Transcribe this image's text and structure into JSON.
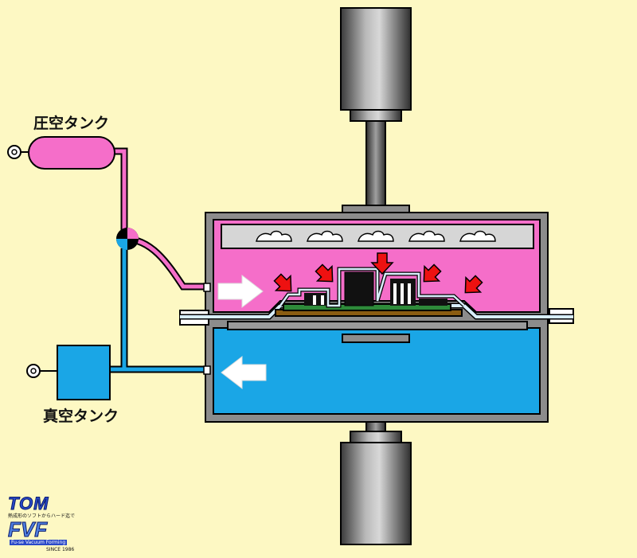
{
  "labels": {
    "pressure_tank": "圧空タンク",
    "vacuum_tank": "真空タンク"
  },
  "logo": {
    "brand_top": "TOM",
    "brand_bottom": "FVF",
    "tagline_jp": "熱成形のソフトからハード迄で",
    "tagline_en": "Fu-se Vacuum Forming",
    "since": "SINCE 1986"
  },
  "colors": {
    "background": "#fdf8c3",
    "pressure": "#f56ec9",
    "vacuum": "#1aa6e6",
    "steel": "#8c8c8c",
    "arrow_red": "#ee1111"
  }
}
